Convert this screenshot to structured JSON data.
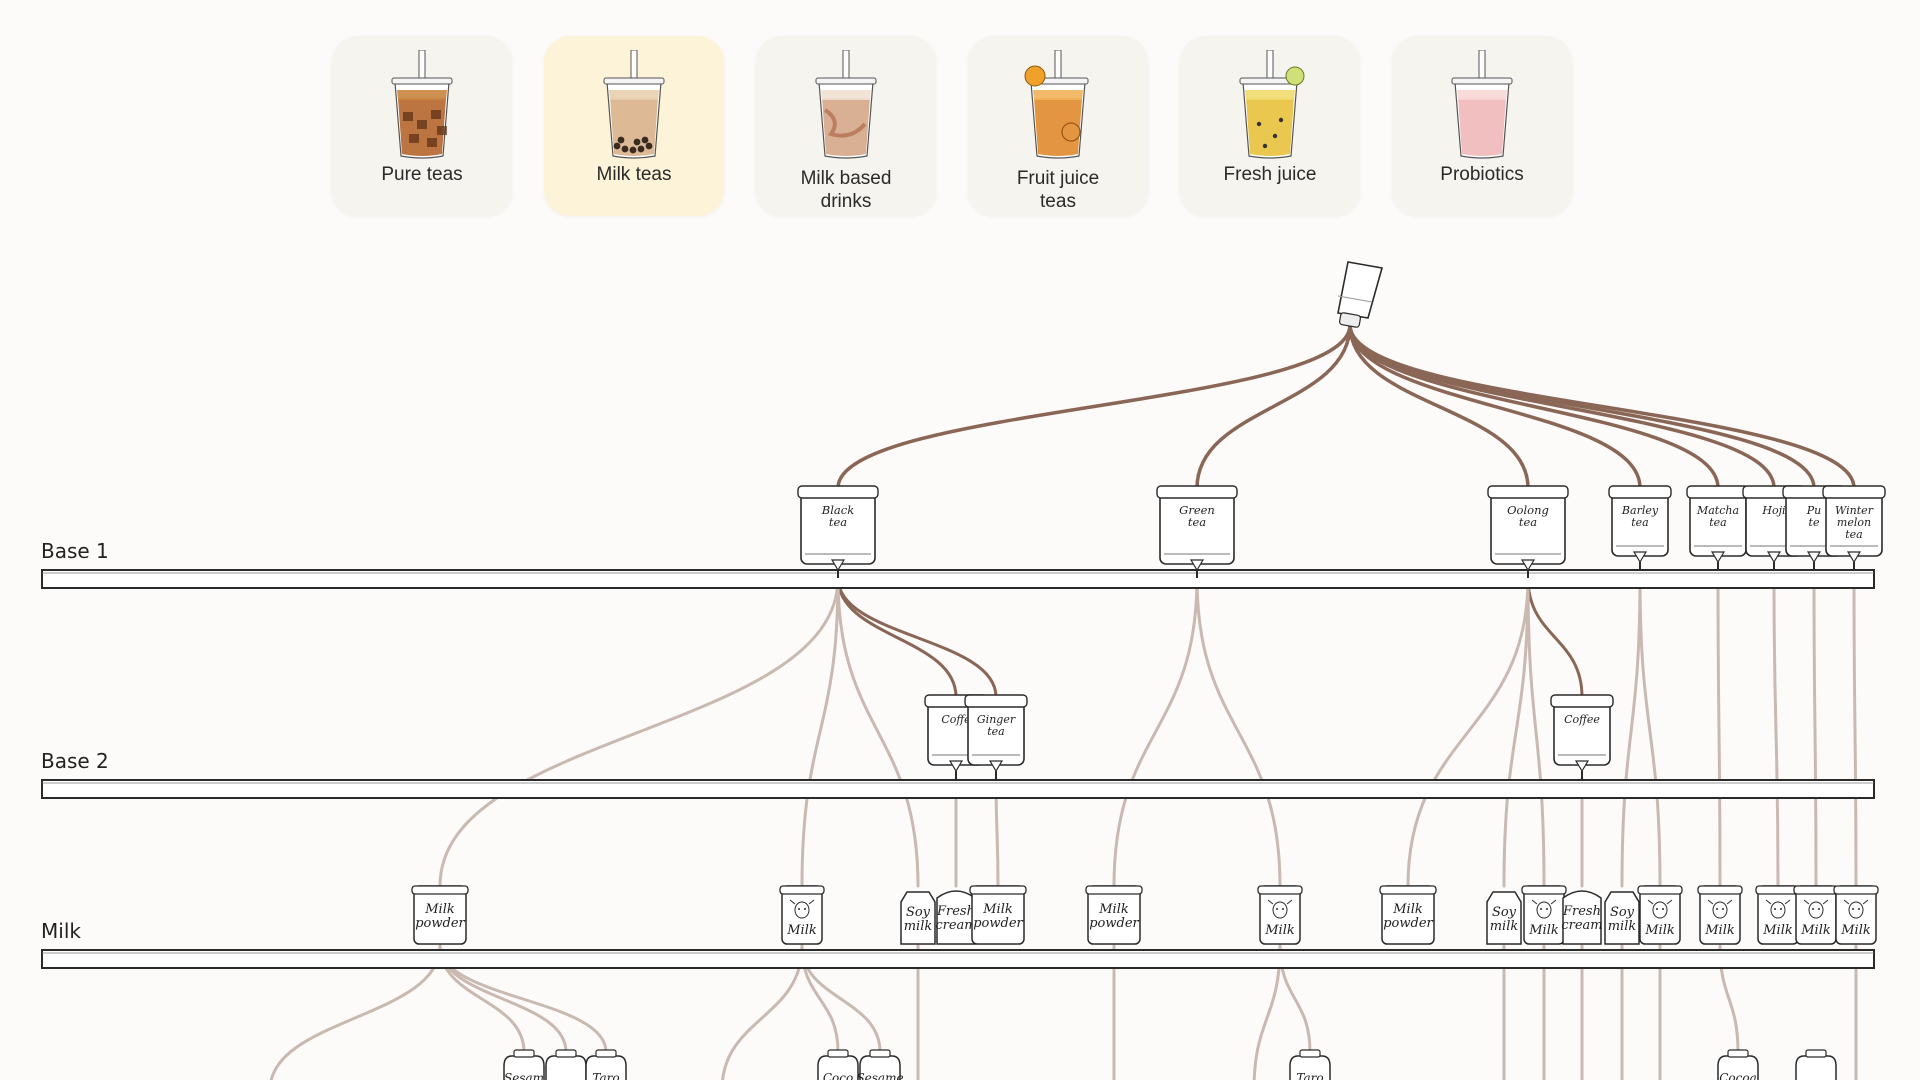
{
  "categories": [
    {
      "label": "Pure teas",
      "icon": "pure-tea-cup-icon",
      "active": false,
      "liquid": "#b5652b",
      "top": "#c9853f"
    },
    {
      "label": "Milk teas",
      "icon": "milk-tea-cup-icon",
      "active": true,
      "liquid": "#d9b28a",
      "top": "#e8cfae"
    },
    {
      "label": "Milk based drinks",
      "icon": "milk-drink-cup-icon",
      "active": false,
      "liquid": "#d6a78a",
      "top": "#efe1d3"
    },
    {
      "label": "Fruit juice teas",
      "icon": "fruit-tea-cup-icon",
      "active": false,
      "liquid": "#e08a2e",
      "top": "#f0b35a"
    },
    {
      "label": "Fresh juice",
      "icon": "fresh-juice-cup-icon",
      "active": false,
      "liquid": "#e8c23c",
      "top": "#f2da6e"
    },
    {
      "label": "Probiotics",
      "icon": "probiotic-cup-icon",
      "active": false,
      "liquid": "#f0b8b8",
      "top": "#f7d6d4"
    }
  ],
  "shelves": [
    {
      "label": "Base 1"
    },
    {
      "label": "Base 2"
    },
    {
      "label": "Milk"
    }
  ],
  "source": {
    "icon": "shaker-icon"
  },
  "base1": [
    {
      "label": [
        "Black",
        "tea"
      ]
    },
    {
      "label": [
        "Green",
        "tea"
      ]
    },
    {
      "label": [
        "Oolong",
        "tea"
      ]
    },
    {
      "label": [
        "Barley",
        "tea"
      ]
    },
    {
      "label": [
        "Matcha",
        "tea"
      ]
    },
    {
      "label": [
        "Hoji",
        ""
      ]
    },
    {
      "label": [
        "Pu",
        "te"
      ]
    },
    {
      "label": [
        "Winter",
        "melon",
        "tea"
      ]
    }
  ],
  "base2": [
    {
      "label": [
        "Coffe"
      ]
    },
    {
      "label": [
        "Ginger",
        "tea"
      ]
    },
    {
      "label": [
        "Coffee"
      ]
    }
  ],
  "milk": [
    {
      "label": [
        "Milk",
        "powder"
      ],
      "kind": "box"
    },
    {
      "label": [
        "Milk"
      ],
      "kind": "jug"
    },
    {
      "label": [
        "Soy",
        "milk"
      ],
      "kind": "bottle"
    },
    {
      "label": [
        "Fresh",
        "cream"
      ],
      "kind": "tub"
    },
    {
      "label": [
        "Milk",
        "powder"
      ],
      "kind": "box"
    },
    {
      "label": [
        "Milk",
        "powder"
      ],
      "kind": "box"
    },
    {
      "label": [
        "Milk"
      ],
      "kind": "jug"
    },
    {
      "label": [
        "Milk",
        "powder"
      ],
      "kind": "box"
    },
    {
      "label": [
        "Soy",
        "milk"
      ],
      "kind": "bottle"
    },
    {
      "label": [
        "Milk"
      ],
      "kind": "jug"
    },
    {
      "label": [
        "Fresh",
        "cream"
      ],
      "kind": "tub"
    },
    {
      "label": [
        "Soy",
        "milk"
      ],
      "kind": "bottle"
    },
    {
      "label": [
        "Milk"
      ],
      "kind": "jug"
    },
    {
      "label": [
        "Milk"
      ],
      "kind": "jug"
    },
    {
      "label": [
        "Milk"
      ],
      "kind": "jug"
    },
    {
      "label": [
        "Milk"
      ],
      "kind": "jug"
    },
    {
      "label": [
        "Milk"
      ],
      "kind": "jug"
    }
  ],
  "toppings": [
    {
      "label": "Sesam"
    },
    {
      "label": ""
    },
    {
      "label": "Taro"
    },
    {
      "label": "Coco"
    },
    {
      "label": "Sesame"
    },
    {
      "label": "Taro"
    },
    {
      "label": "Cocoa"
    },
    {
      "label": ""
    }
  ],
  "colors": {
    "stroke_dark": "#8a6656",
    "stroke_light": "#c9b9b0",
    "outline": "#2a2a2a",
    "card": "#f6f4ef",
    "card_active": "#fdf3d8",
    "background": "#fcfbf9"
  }
}
